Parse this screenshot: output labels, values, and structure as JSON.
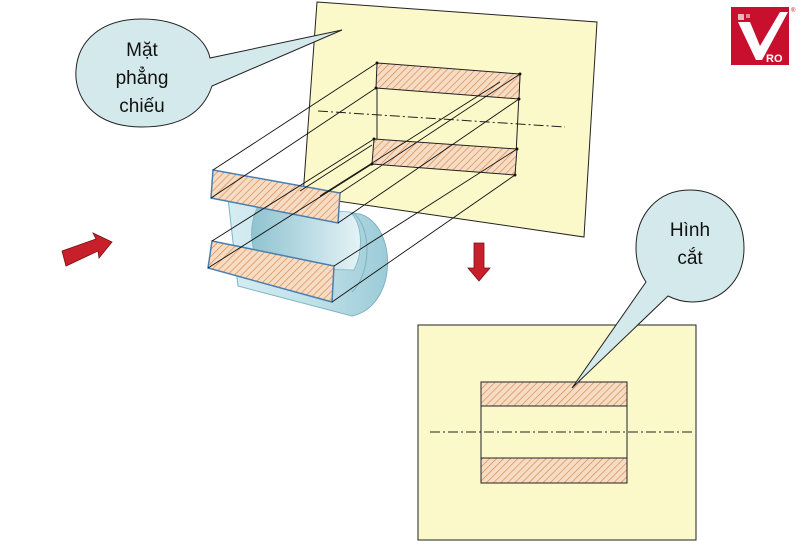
{
  "callouts": {
    "projection_plane": {
      "line1": "Mặt",
      "line2": "phẳng",
      "line3": "chiếu"
    },
    "section_view": {
      "line1": "Hình",
      "line2": "cắt"
    }
  },
  "logo": {
    "text": "RO",
    "registered": "®"
  },
  "colors": {
    "plane_fill": "#fbf8c9",
    "callout_fill": "#d4e9ec",
    "hatch_fill": "#f7dcc4",
    "hatch_line": "#d5874a",
    "arrow_red": "#c8202a",
    "cylinder_fill": "#bfe0e8",
    "logo_red": "#c8102e"
  }
}
